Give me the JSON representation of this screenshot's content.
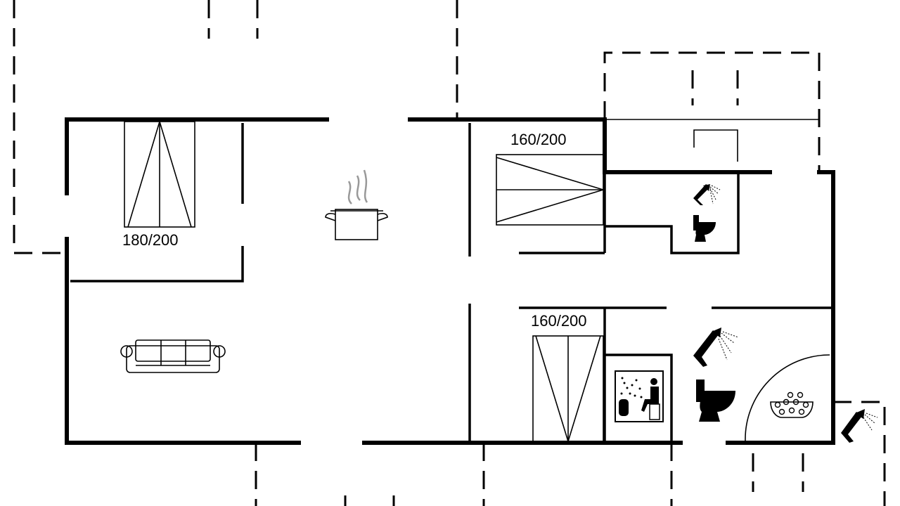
{
  "beds": [
    {
      "id": "bed-living",
      "label": "180/200"
    },
    {
      "id": "bed-upper-right",
      "label": "160/200"
    },
    {
      "id": "bed-lower-right",
      "label": "160/200"
    }
  ],
  "icons": [
    "cooking-pot-icon",
    "sofa-icon",
    "shower-icon",
    "toilet-icon",
    "sauna-icon",
    "whirlpool-icon"
  ]
}
